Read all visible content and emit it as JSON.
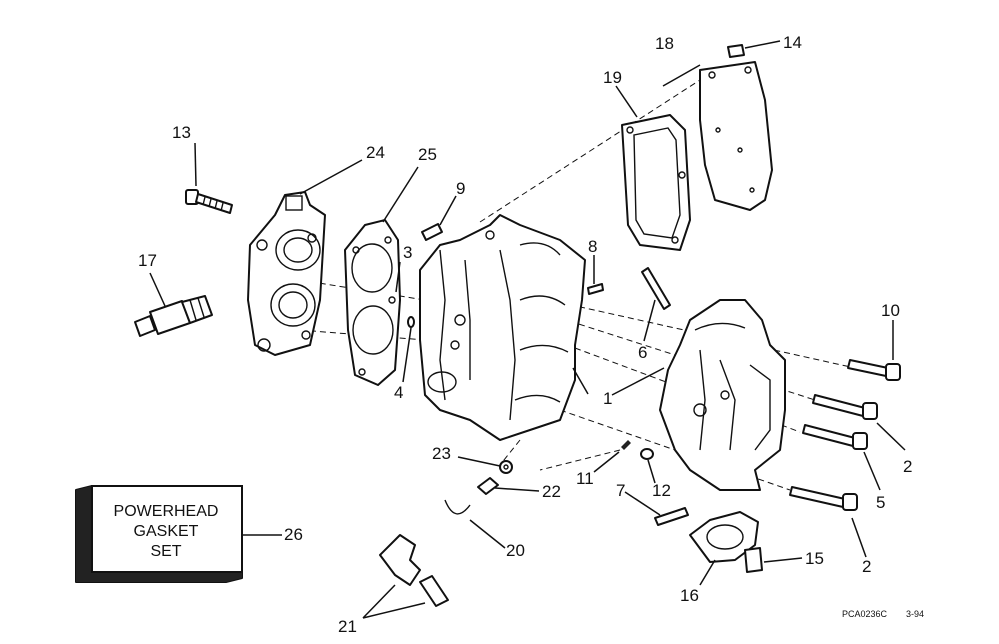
{
  "callouts": [
    {
      "id": "n1",
      "text": "1"
    },
    {
      "id": "n2a",
      "text": "2"
    },
    {
      "id": "n2b",
      "text": "2"
    },
    {
      "id": "n3",
      "text": "3"
    },
    {
      "id": "n4",
      "text": "4"
    },
    {
      "id": "n5",
      "text": "5"
    },
    {
      "id": "n6",
      "text": "6"
    },
    {
      "id": "n7",
      "text": "7"
    },
    {
      "id": "n8",
      "text": "8"
    },
    {
      "id": "n9",
      "text": "9"
    },
    {
      "id": "n10",
      "text": "10"
    },
    {
      "id": "n11",
      "text": "11"
    },
    {
      "id": "n12",
      "text": "12"
    },
    {
      "id": "n13",
      "text": "13"
    },
    {
      "id": "n14",
      "text": "14"
    },
    {
      "id": "n15",
      "text": "15"
    },
    {
      "id": "n16",
      "text": "16"
    },
    {
      "id": "n17",
      "text": "17"
    },
    {
      "id": "n18",
      "text": "18"
    },
    {
      "id": "n19",
      "text": "19"
    },
    {
      "id": "n20",
      "text": "20"
    },
    {
      "id": "n21",
      "text": "21"
    },
    {
      "id": "n22",
      "text": "22"
    },
    {
      "id": "n23",
      "text": "23"
    },
    {
      "id": "n24",
      "text": "24"
    },
    {
      "id": "n25",
      "text": "25"
    },
    {
      "id": "n26",
      "text": "26"
    }
  ],
  "gasket_box": {
    "line1": "POWERHEAD",
    "line2": "GASKET",
    "line3": "SET"
  },
  "footer": {
    "code": "PCA0236C",
    "date": "3-94"
  }
}
